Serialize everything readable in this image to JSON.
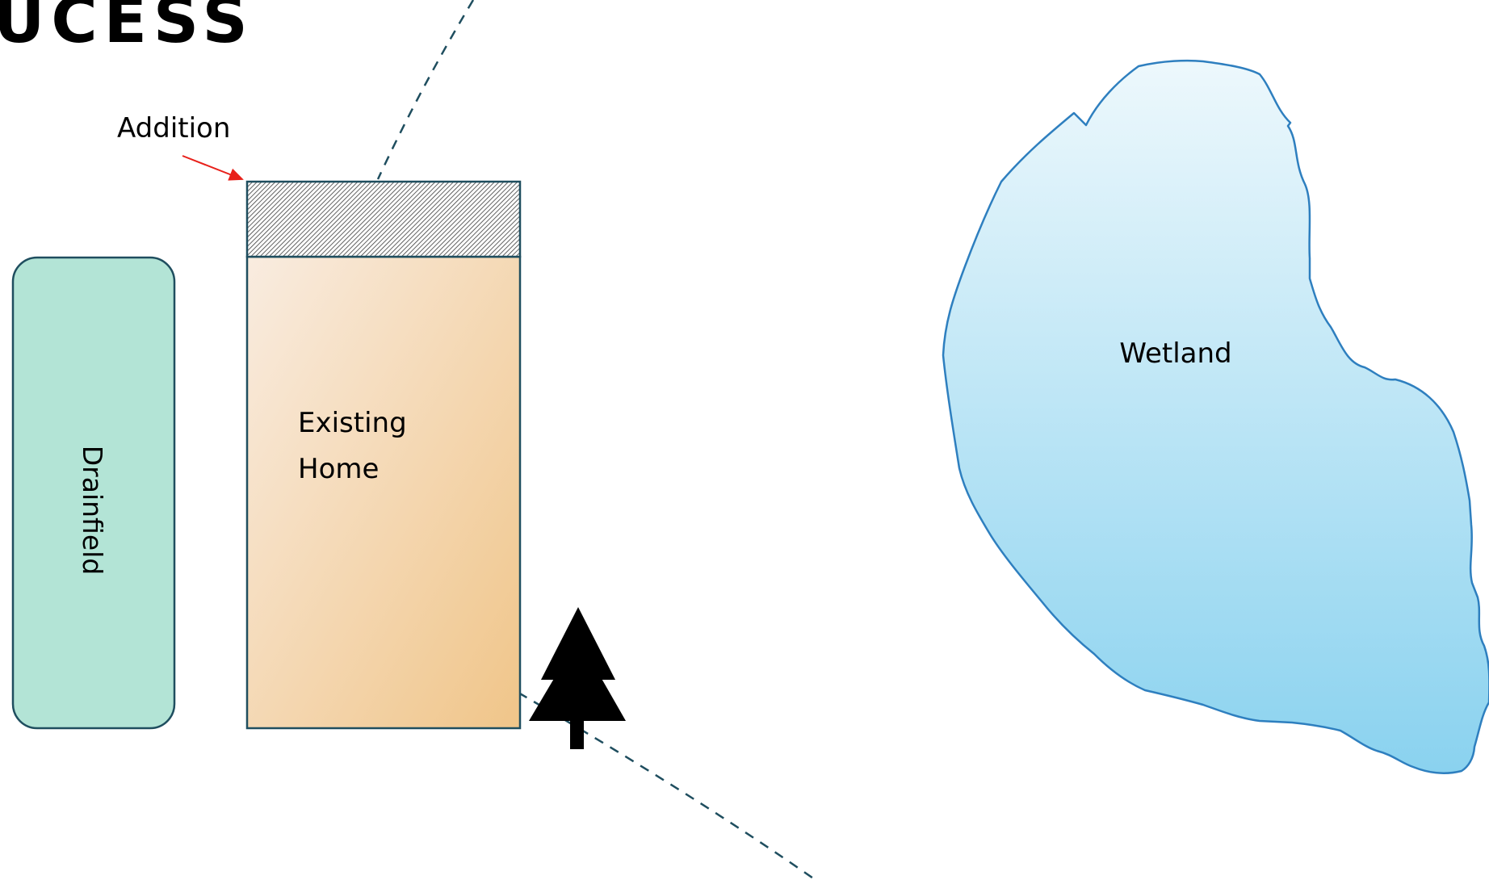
{
  "slide": {
    "title_fragment": "UCESS"
  },
  "diagram": {
    "addition_label": "Addition",
    "home_label_line1": "Existing",
    "home_label_line2": "Home",
    "drainfield_label": "Drainfield",
    "wetland_label": "Wetland",
    "tree_icon": "pine-tree-icon"
  },
  "colors": {
    "outline": "#1f4e5f",
    "drainfield_fill": "#b3e4d6",
    "home_fill_top": "#f9ece0",
    "home_fill_bottom": "#f0c589",
    "wetland_fill_top": "#edf8fc",
    "wetland_fill_bottom": "#8ad2ef",
    "wetland_stroke": "#2e7fbf",
    "arrow": "#e8201a",
    "buffer_line": "#1f4e5f",
    "tree": "#000000"
  }
}
